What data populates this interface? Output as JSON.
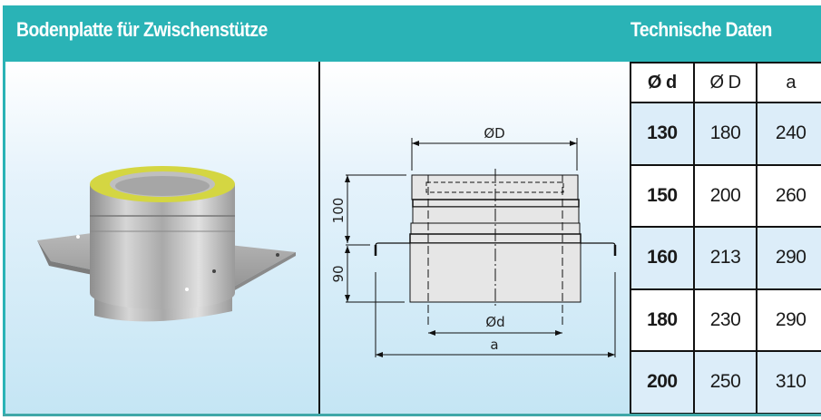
{
  "header": {
    "title": "Bodenplatte für Zwischenstütze",
    "section_title": "Technische Daten"
  },
  "colors": {
    "header_bg": "#2ab3b6",
    "header_text": "#ffffff",
    "row_shade": "#dcedf9",
    "border": "#111111"
  },
  "product_image": {
    "alt": "Bodenplatte für Zwischenstütze product render",
    "icon": "chimney-base-plate-image"
  },
  "drawing": {
    "labels": {
      "outer_diameter": "ØD",
      "inner_diameter": "Ød",
      "plate_width": "a",
      "upper_height": "100",
      "lower_height": "90"
    }
  },
  "table": {
    "columns": [
      "Ø d",
      "Ø D",
      "a"
    ],
    "rows": [
      {
        "d": "130",
        "D": "180",
        "a": "240"
      },
      {
        "d": "150",
        "D": "200",
        "a": "260"
      },
      {
        "d": "160",
        "D": "213",
        "a": "290"
      },
      {
        "d": "180",
        "D": "230",
        "a": "290"
      },
      {
        "d": "200",
        "D": "250",
        "a": "310"
      }
    ]
  }
}
